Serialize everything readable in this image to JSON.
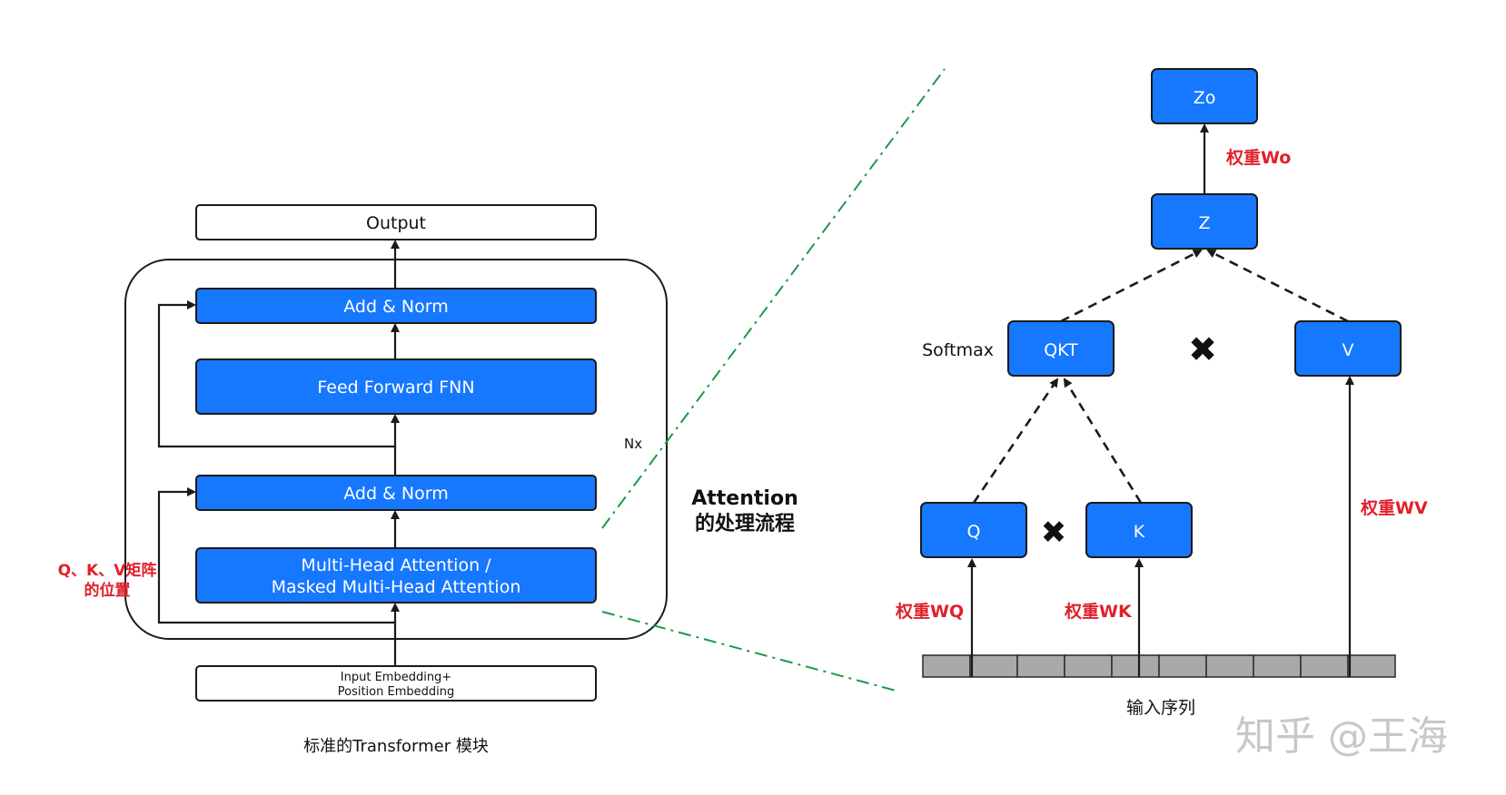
{
  "left_module": {
    "output": "Output",
    "add_norm_top": "Add & Norm",
    "feed_forward": "Feed Forward FNN",
    "nx": "Nx",
    "add_norm_bottom": "Add & Norm",
    "mha_line1": "Multi-Head Attention /",
    "mha_line2": "Masked Multi-Head Attention",
    "embedding_line1": "Input Embedding+",
    "embedding_line2": "Position Embedding",
    "caption": "标准的Transformer 模块",
    "qkv_note_line1": "Q、K、V矩阵",
    "qkv_note_line2": "的位置"
  },
  "middle": {
    "attention_line1": "Attention",
    "attention_line2": "的处理流程"
  },
  "right_flow": {
    "zo": "Zo",
    "wo": "权重Wo",
    "z": "Z",
    "softmax": "Softmax",
    "qkt": "QKT",
    "v": "V",
    "q": "Q",
    "k": "K",
    "wq": "权重WQ",
    "wk": "权重WK",
    "wv": "权重WV",
    "input_seq": "输入序列",
    "sequence_cells": 10
  },
  "watermark": "知乎 @王海",
  "colors": {
    "block_blue": "#1677ff",
    "annotation_red": "#e0202a",
    "connector_green": "#1a9a4a",
    "sequence_gray": "#a9a9a9"
  }
}
